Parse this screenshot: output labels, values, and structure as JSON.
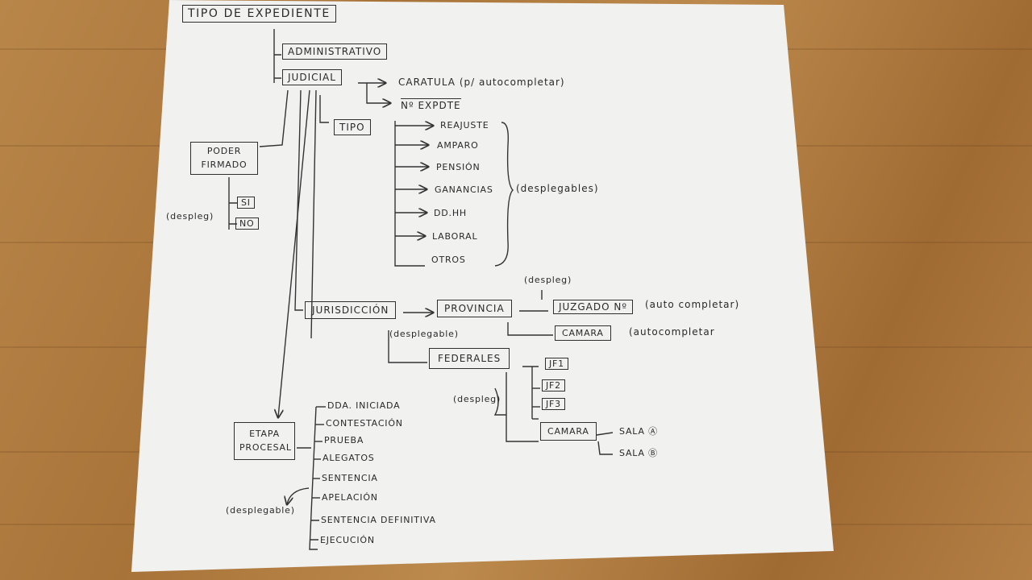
{
  "diagram": {
    "root": "TIPO DE EXPEDIENTE",
    "administrativo": "ADMINISTRATIVO",
    "judicial": "JUDICIAL",
    "caratula": "CARATULA (p/ autocompletar)",
    "nro_expdte": "Nº EXPDTE",
    "tipo": "TIPO",
    "tipo_items": [
      "REAJUSTE",
      "AMPARO",
      "PENSIÓN",
      "GANANCIAS",
      "DD.HH",
      "LABORAL",
      "OTROS"
    ],
    "tipo_note": "(desplegables)",
    "poder_firmado": "PODER FIRMADO",
    "si": "SI",
    "no": "NO",
    "poder_note": "(despleg)",
    "jurisdiccion": "JURISDICCIÓN",
    "jurisdiccion_note": "(desplegable)",
    "provincia": "PROVINCIA",
    "provincia_note": "(despleg)",
    "juzgado": "JUZGADO Nº",
    "juzgado_note": "(auto completar)",
    "camara_prov": "CAMARA",
    "camara_prov_note": "(autocompletar",
    "federales": "FEDERALES",
    "federales_note": "(despleg)",
    "jf1": "JF1",
    "jf2": "JF2",
    "jf3": "JF3",
    "camara_fed": "CAMARA",
    "sala_a": "SALA Ⓐ",
    "sala_b": "SALA Ⓑ",
    "etapa": "ETAPA PROCESAL",
    "etapa_note": "(desplegable)",
    "etapa_items": [
      "DDA. INICIADA",
      "CONTESTACIÓN",
      "PRUEBA",
      "ALEGATOS",
      "SENTENCIA",
      "APELACIÓN",
      "SENTENCIA DEFINITIVA",
      "EJECUCIÓN"
    ]
  }
}
